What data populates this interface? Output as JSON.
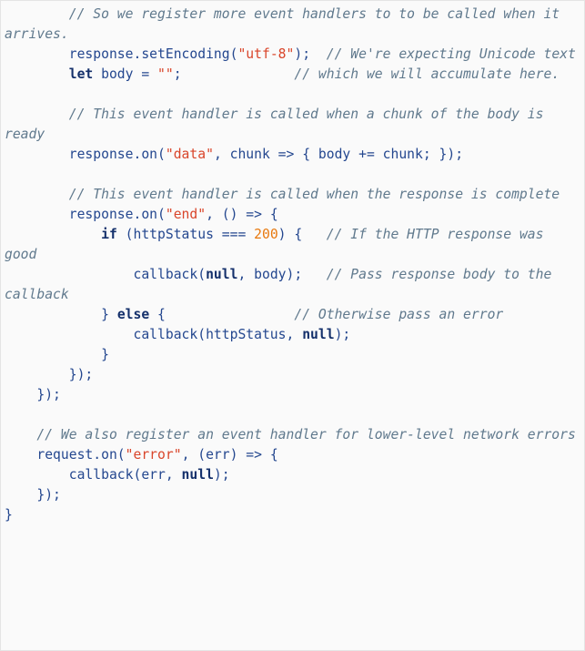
{
  "code_block": {
    "language": "javascript",
    "background_color": "#fafafa",
    "border_color": "#e4e4e4",
    "colors": {
      "plain": "#24478f",
      "keyword": "#14306b",
      "string": "#d9452a",
      "number": "#e8780d",
      "comment": "#60798d"
    },
    "lines": [
      {
        "id": "line-1",
        "tokens": [
          {
            "t": "plain",
            "v": "        "
          },
          {
            "t": "com",
            "v": "// So we register more event handlers to to be called when it arrives."
          }
        ]
      },
      {
        "id": "line-2",
        "tokens": [
          {
            "t": "plain",
            "v": "        response.setEncoding("
          },
          {
            "t": "str",
            "v": "\"utf-8\""
          },
          {
            "t": "plain",
            "v": ");  "
          },
          {
            "t": "com",
            "v": "// We're expecting Unicode text"
          }
        ]
      },
      {
        "id": "line-3",
        "tokens": [
          {
            "t": "plain",
            "v": "        "
          },
          {
            "t": "kw",
            "v": "let"
          },
          {
            "t": "plain",
            "v": " body = "
          },
          {
            "t": "str",
            "v": "\"\""
          },
          {
            "t": "plain",
            "v": ";              "
          },
          {
            "t": "com",
            "v": "// which we will accumulate here."
          }
        ]
      },
      {
        "id": "line-4",
        "tokens": [
          {
            "t": "plain",
            "v": ""
          }
        ]
      },
      {
        "id": "line-5",
        "tokens": [
          {
            "t": "plain",
            "v": "        "
          },
          {
            "t": "com",
            "v": "// This event handler is called when a chunk of the body is ready"
          }
        ]
      },
      {
        "id": "line-6",
        "tokens": [
          {
            "t": "plain",
            "v": "        response.on("
          },
          {
            "t": "str",
            "v": "\"data\""
          },
          {
            "t": "plain",
            "v": ", chunk => { body += chunk; });"
          }
        ]
      },
      {
        "id": "line-7",
        "tokens": [
          {
            "t": "plain",
            "v": ""
          }
        ]
      },
      {
        "id": "line-8",
        "tokens": [
          {
            "t": "plain",
            "v": "        "
          },
          {
            "t": "com",
            "v": "// This event handler is called when the response is complete"
          }
        ]
      },
      {
        "id": "line-9",
        "tokens": [
          {
            "t": "plain",
            "v": "        response.on("
          },
          {
            "t": "str",
            "v": "\"end\""
          },
          {
            "t": "plain",
            "v": ", () => {"
          }
        ]
      },
      {
        "id": "line-10",
        "tokens": [
          {
            "t": "plain",
            "v": "            "
          },
          {
            "t": "kw",
            "v": "if"
          },
          {
            "t": "plain",
            "v": " (httpStatus === "
          },
          {
            "t": "num",
            "v": "200"
          },
          {
            "t": "plain",
            "v": ") {   "
          },
          {
            "t": "com",
            "v": "// If the HTTP response was good"
          }
        ]
      },
      {
        "id": "line-11",
        "tokens": [
          {
            "t": "plain",
            "v": "                callback("
          },
          {
            "t": "kw",
            "v": "null"
          },
          {
            "t": "plain",
            "v": ", body);   "
          },
          {
            "t": "com",
            "v": "// Pass response body to the callback"
          }
        ]
      },
      {
        "id": "line-12",
        "tokens": [
          {
            "t": "plain",
            "v": "            } "
          },
          {
            "t": "kw",
            "v": "else"
          },
          {
            "t": "plain",
            "v": " {                "
          },
          {
            "t": "com",
            "v": "// Otherwise pass an error"
          }
        ]
      },
      {
        "id": "line-13",
        "tokens": [
          {
            "t": "plain",
            "v": "                callback(httpStatus, "
          },
          {
            "t": "kw",
            "v": "null"
          },
          {
            "t": "plain",
            "v": ");"
          }
        ]
      },
      {
        "id": "line-14",
        "tokens": [
          {
            "t": "plain",
            "v": "            }"
          }
        ]
      },
      {
        "id": "line-15",
        "tokens": [
          {
            "t": "plain",
            "v": "        });"
          }
        ]
      },
      {
        "id": "line-16",
        "tokens": [
          {
            "t": "plain",
            "v": "    });"
          }
        ]
      },
      {
        "id": "line-17",
        "tokens": [
          {
            "t": "plain",
            "v": ""
          }
        ]
      },
      {
        "id": "line-18",
        "tokens": [
          {
            "t": "plain",
            "v": "    "
          },
          {
            "t": "com",
            "v": "// We also register an event handler for lower-level network errors"
          }
        ]
      },
      {
        "id": "line-19",
        "tokens": [
          {
            "t": "plain",
            "v": "    request.on("
          },
          {
            "t": "str",
            "v": "\"error\""
          },
          {
            "t": "plain",
            "v": ", (err) => {"
          }
        ]
      },
      {
        "id": "line-20",
        "tokens": [
          {
            "t": "plain",
            "v": "        callback(err, "
          },
          {
            "t": "kw",
            "v": "null"
          },
          {
            "t": "plain",
            "v": ");"
          }
        ]
      },
      {
        "id": "line-21",
        "tokens": [
          {
            "t": "plain",
            "v": "    });"
          }
        ]
      },
      {
        "id": "line-22",
        "tokens": [
          {
            "t": "plain",
            "v": "}"
          }
        ]
      }
    ]
  }
}
